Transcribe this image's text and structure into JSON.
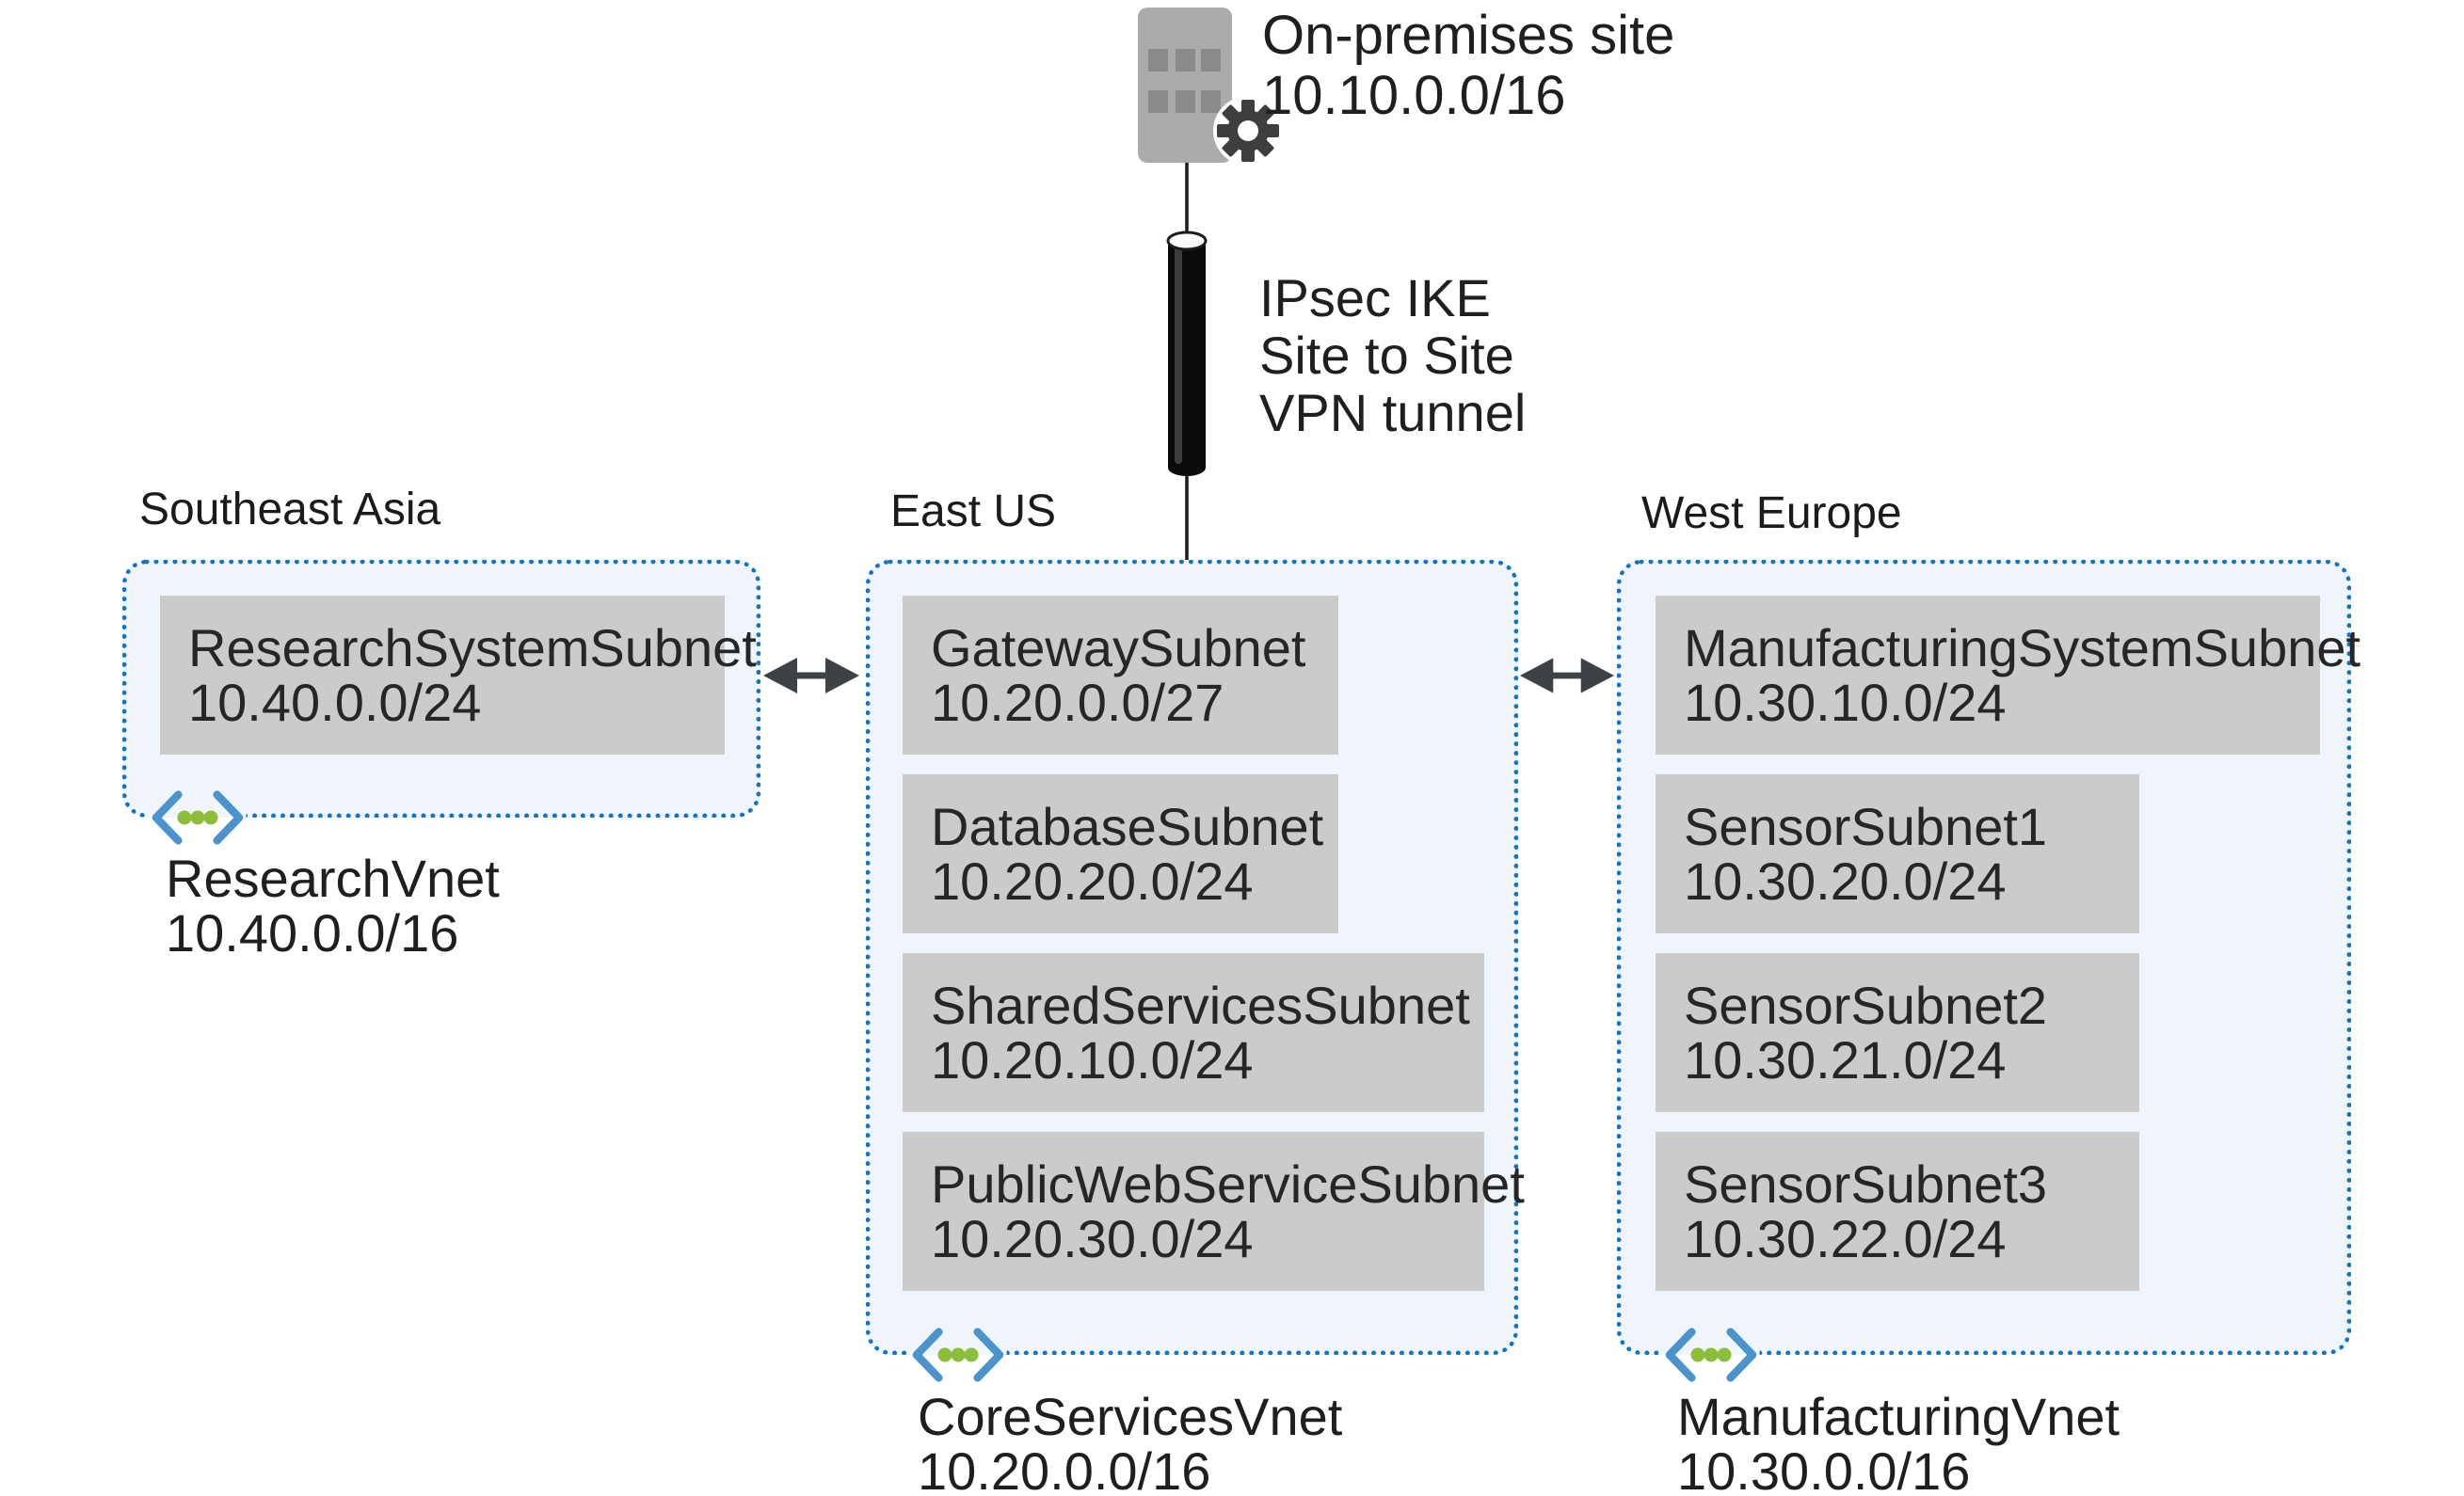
{
  "onprem": {
    "name": "On-premises site",
    "cidr": "10.10.0.0/16"
  },
  "vpn_tunnel": {
    "line1": "IPsec IKE",
    "line2": "Site to Site",
    "line3": "VPN tunnel"
  },
  "regions": [
    {
      "name": "Southeast Asia",
      "vnet_name": "ResearchVnet",
      "vnet_cidr": "10.40.0.0/16",
      "subnets": [
        {
          "name": "ResearchSystemSubnet",
          "cidr": "10.40.0.0/24"
        }
      ]
    },
    {
      "name": "East US",
      "vnet_name": "CoreServicesVnet",
      "vnet_cidr": "10.20.0.0/16",
      "subnets": [
        {
          "name": "GatewaySubnet",
          "cidr": "10.20.0.0/27"
        },
        {
          "name": "DatabaseSubnet",
          "cidr": "10.20.20.0/24"
        },
        {
          "name": "SharedServicesSubnet",
          "cidr": "10.20.10.0/24"
        },
        {
          "name": "PublicWebServiceSubnet",
          "cidr": "10.20.30.0/24"
        }
      ]
    },
    {
      "name": "West Europe",
      "vnet_name": "ManufacturingVnet",
      "vnet_cidr": "10.30.0.0/16",
      "subnets": [
        {
          "name": "ManufacturingSystemSubnet",
          "cidr": "10.30.10.0/24"
        },
        {
          "name": "SensorSubnet1",
          "cidr": "10.30.20.0/24"
        },
        {
          "name": "SensorSubnet2",
          "cidr": "10.30.21.0/24"
        },
        {
          "name": "SensorSubnet3",
          "cidr": "10.30.22.0/24"
        }
      ]
    }
  ],
  "colors": {
    "region_border": "#1474C4",
    "region_fill": "#EFF5FB",
    "subnet_fill": "#CBCBCB",
    "text": "#262626",
    "arrow": "#3E4145",
    "vnet_bracket": "#4B93CD",
    "vnet_dot": "#8CBE3C",
    "building": "#ABABAB",
    "building_window": "#8A8A8A",
    "gear": "#3E3E3E",
    "tunnel_body": "#0B0B0B"
  }
}
